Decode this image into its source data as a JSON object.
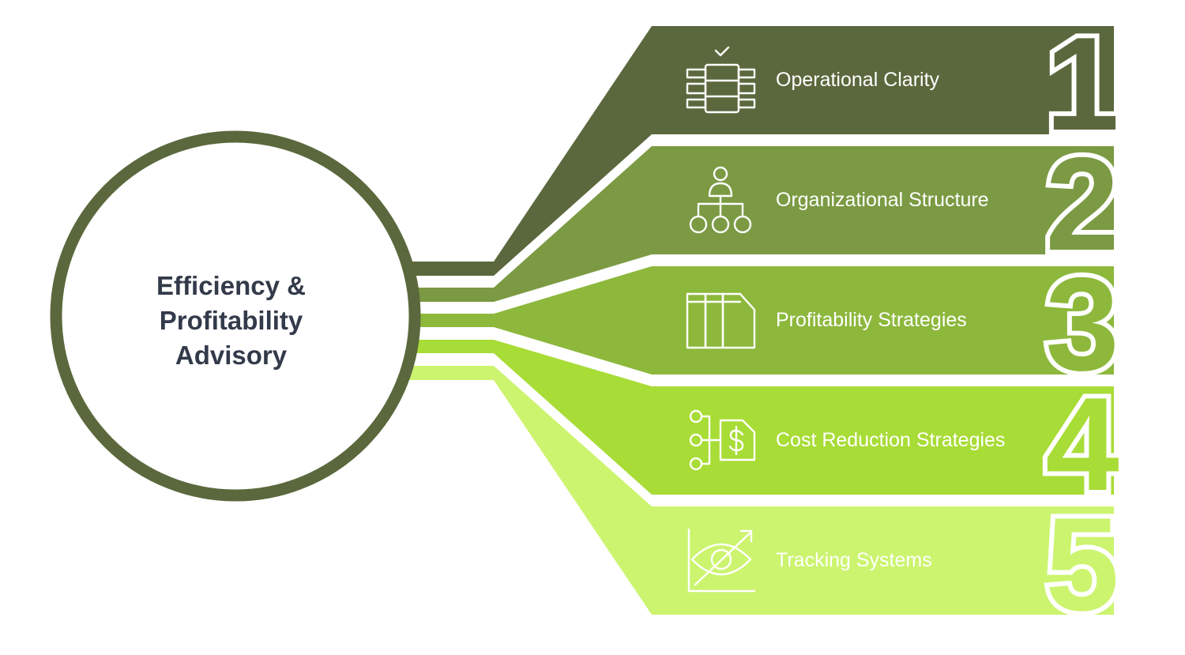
{
  "hub": {
    "title_lines": [
      "Efficiency &",
      "Profitability",
      "Advisory"
    ]
  },
  "branches": [
    {
      "number": "1",
      "label": "Operational Clarity",
      "icon": "database-check-icon",
      "color": "#5b683d"
    },
    {
      "number": "2",
      "label": "Organizational Structure",
      "icon": "org-chart-icon",
      "color": "#7b9a43"
    },
    {
      "number": "3",
      "label": "Profitability Strategies",
      "icon": "binders-icon",
      "color": "#8db83c"
    },
    {
      "number": "4",
      "label": "Cost Reduction Strategies",
      "icon": "cost-document-icon",
      "color": "#a8dc36"
    },
    {
      "number": "5",
      "label": "Tracking Systems",
      "icon": "eye-chart-icon",
      "color": "#ccf46f"
    }
  ],
  "colors": {
    "ring": "#5b683d",
    "hub_text": "#333a4a",
    "label_text": "#ffffff"
  }
}
